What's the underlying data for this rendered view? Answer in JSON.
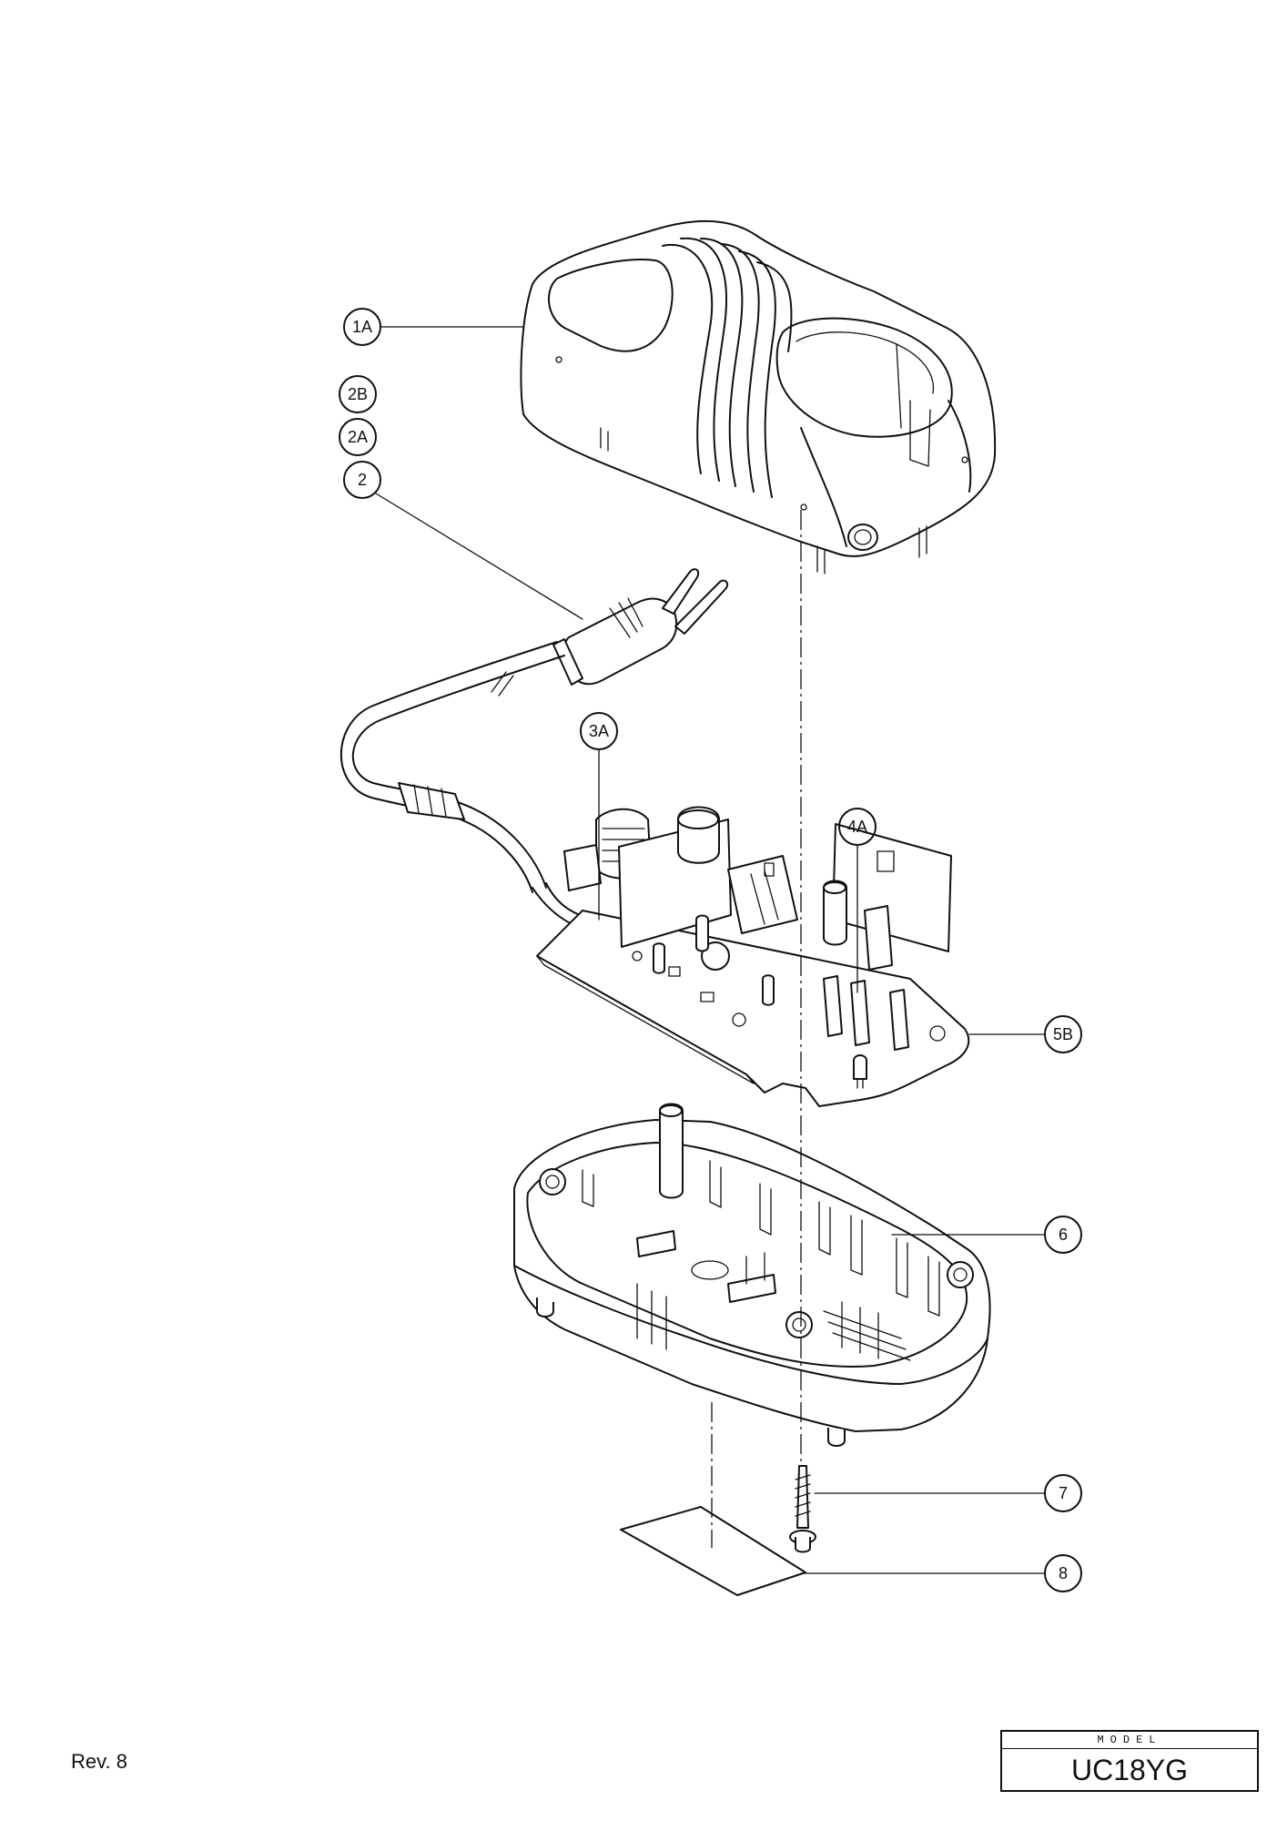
{
  "callouts": {
    "p1A": "1A",
    "p2B": "2B",
    "p2A": "2A",
    "p2": "2",
    "p3A": "3A",
    "p4A": "4A",
    "p5B": "5B",
    "p6": "6",
    "p7": "7",
    "p8": "8"
  },
  "footer": {
    "revision": "Rev. 8",
    "model_label": "MODEL",
    "model_name": "UC18YG"
  }
}
